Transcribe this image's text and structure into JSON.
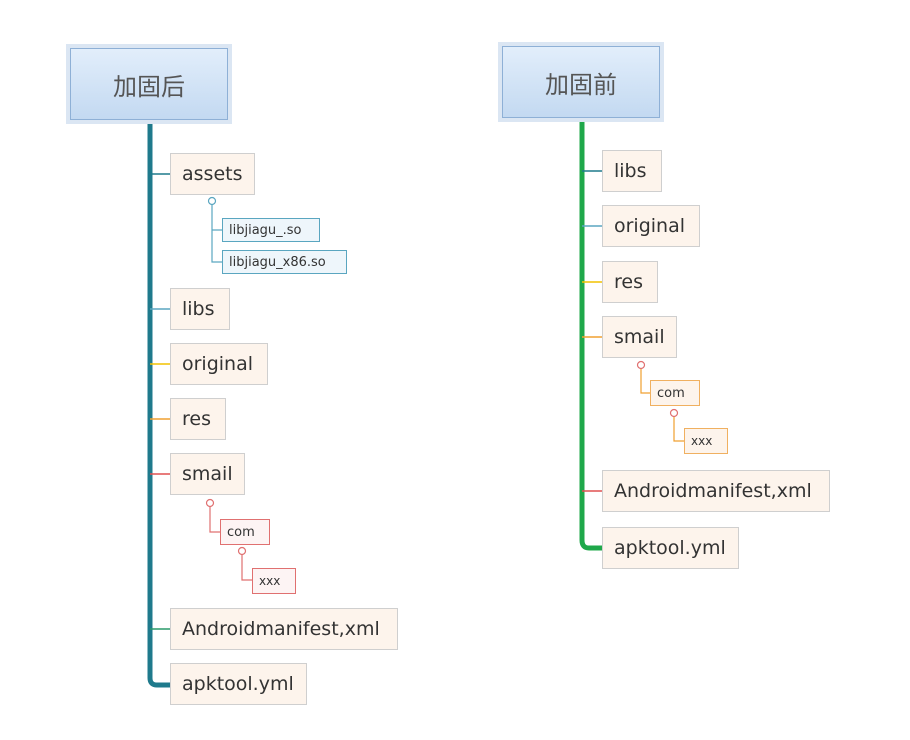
{
  "left_tree": {
    "title": "加固后",
    "items": [
      "assets",
      "libs",
      "original",
      "res",
      "smail",
      "Androidmanifest,xml",
      "apktool.yml"
    ],
    "assets_children": [
      "libjiagu_.so",
      "libjiagu_x86.so"
    ],
    "smail_children": {
      "com": "com",
      "xxx": "xxx"
    }
  },
  "right_tree": {
    "title": "加固前",
    "items": [
      "libs",
      "original",
      "res",
      "smail",
      "Androidmanifest,xml",
      "apktool.yml"
    ],
    "smail_children": {
      "com": "com",
      "xxx": "xxx"
    }
  },
  "colors": {
    "left_spine": "#1f7a8c",
    "right_spine": "#1fa84a",
    "blue_branch": "#5aa6c0",
    "yellow_branch": "#f2c200",
    "orange_branch": "#f0a030",
    "red_branch": "#e05050"
  }
}
